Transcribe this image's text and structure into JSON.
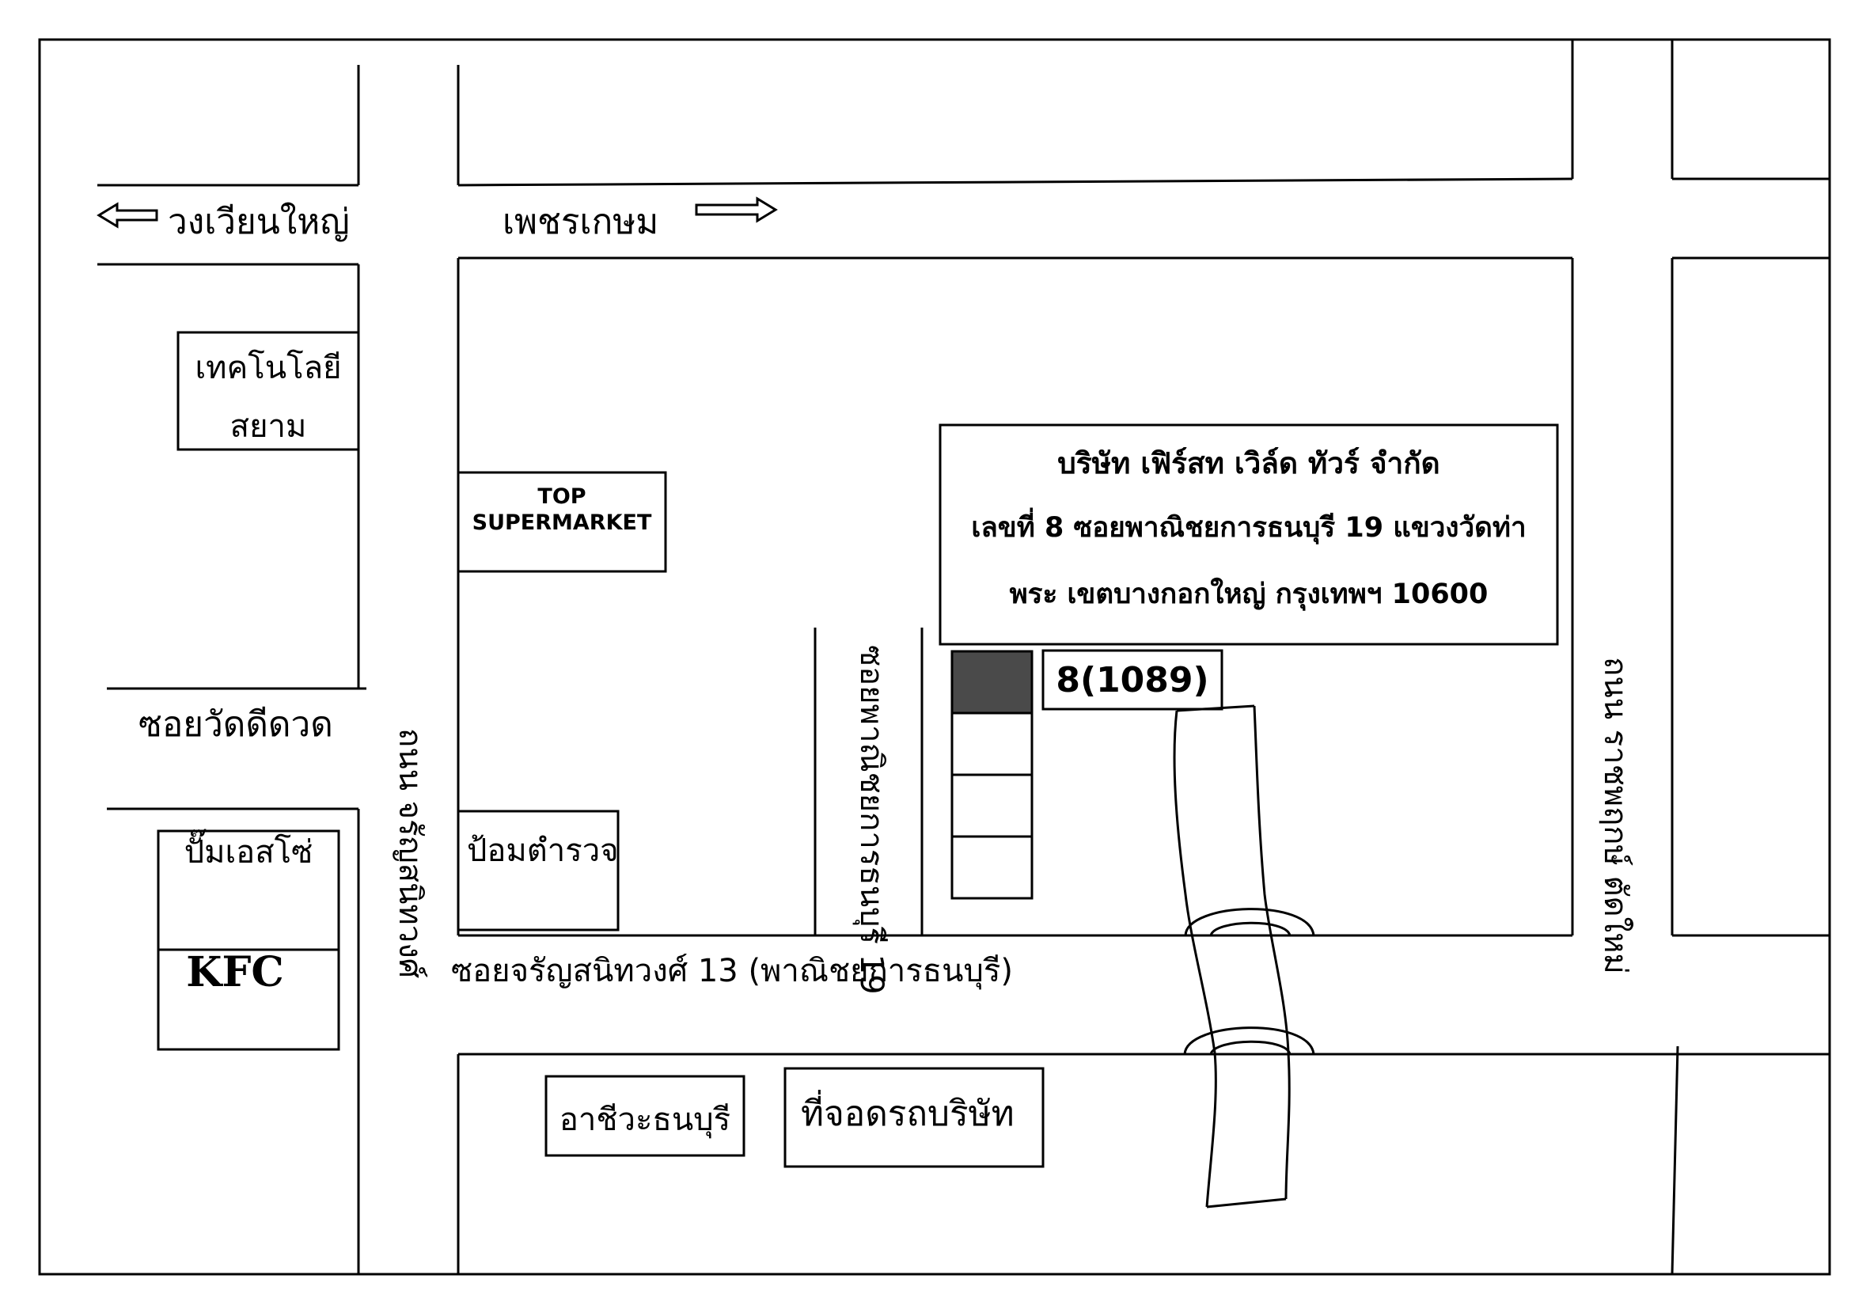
{
  "roads": {
    "main_left": "วงเวียนใหญ่",
    "main_right": "เพชรเกษม",
    "soi_wat_di_duat": "ซอยวัดดีดวด",
    "charan_road": "ถนน จรัญสนิทวงศ์",
    "soi_phanichayakan_19": "ซอยพาณิชยการธนบุรี 19",
    "soi_charan_13": "ซอยจรัญสนิทวงศ์ 13 (พาณิชยการธนบุรี)",
    "ratchaphruek_road": "ถนน ราชพฤกษ์ ตัดใหม่"
  },
  "places": {
    "tech_line1": "เทคโนโลยี",
    "tech_line2": "สยาม",
    "top_line1": "TOP",
    "top_line2": "SUPERMARKET",
    "police_box": "ป้อมตำรวจ",
    "esso_pump": "ปั๊มเอสโซ่",
    "kfc": "KFC",
    "archiwa": "อาชีวะธนบุรี",
    "parking": "ที่จอดรถบริษัท"
  },
  "company": {
    "line1": "บริษัท เฟิร์สท เวิล์ด ทัวร์ จำกัด",
    "line2": "เลขที่ 8 ซอยพาณิชยการธนบุรี 19 แขวงวัดท่า",
    "line3": "พระ  เขตบางกอกใหญ่    กรุงเทพฯ    10600",
    "building_no": "8(1089)"
  },
  "colors": {
    "ink": "#000000",
    "highlight": "#4a4a4a",
    "paper": "#ffffff"
  }
}
